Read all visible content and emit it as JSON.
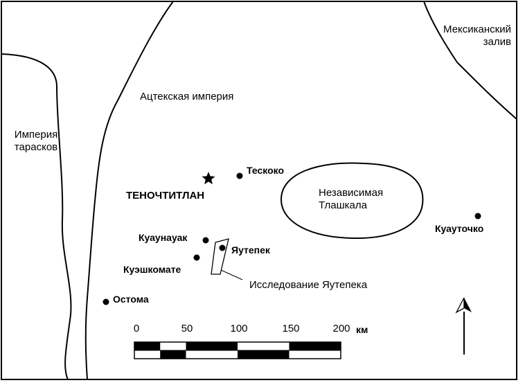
{
  "regions": {
    "gulf": [
      "Мексиканский",
      "залив"
    ],
    "aztec": "Ацтекская империя",
    "tarascan": [
      "Империя",
      "тарасков"
    ],
    "tlaxcala": [
      "Независимая",
      "Тлашкала"
    ]
  },
  "capital": "ТЕНОЧТИТЛАН",
  "cities": {
    "texcoco": "Тескоко",
    "cuaunahuac": "Куаунауак",
    "yautepec": "Яутепек",
    "cuexcomate": "Куэшкомате",
    "oztoma": "Остома",
    "cuautochco": "Куауточко"
  },
  "study_area": "Исследование Яутепека",
  "scale": {
    "ticks": [
      "0",
      "50",
      "100",
      "150",
      "200"
    ],
    "unit": "км"
  }
}
